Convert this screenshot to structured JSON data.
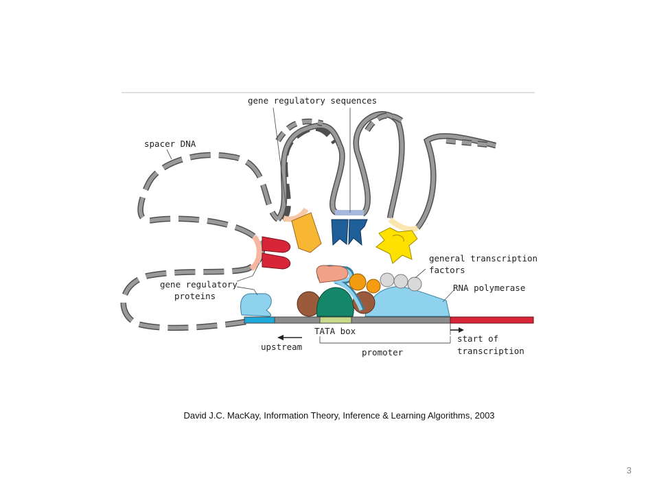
{
  "diagram": {
    "labels": {
      "gene_regulatory_sequences": "gene regulatory sequences",
      "spacer_dna": "spacer DNA",
      "general_transcription_factors_line1": "general transcription",
      "general_transcription_factors_line2": "factors",
      "rna_polymerase": "RNA polymerase",
      "gene_regulatory_proteins_line1": "gene regulatory",
      "gene_regulatory_proteins_line2": "proteins",
      "tata_box": "TATA box",
      "upstream": "upstream",
      "promoter": "promoter",
      "start_of_transcription_line1": "start of",
      "start_of_transcription_line2": "transcription"
    },
    "colors": {
      "dna_gray": "#8c8c8c",
      "dna_outline": "#555555",
      "transcribed_red": "#d72638",
      "tata_box": "#c9d98a",
      "rna_polymerase_blue": "#8fd2ee",
      "protein_red": "#d72638",
      "protein_orange": "#f7b733",
      "protein_darkblue": "#1f5f99",
      "protein_yellow": "#ffe100",
      "factor_salmon": "#f2a189",
      "factor_brown": "#9b5a3c",
      "factor_green": "#14876a",
      "factor_orange": "#f39c12",
      "factor_lightgray": "#d9d9d9"
    }
  },
  "footer": {
    "caption": "David J.C. MacKay, Information Theory, Inference & Learning Algorithms, 2003",
    "page_number": "3"
  }
}
